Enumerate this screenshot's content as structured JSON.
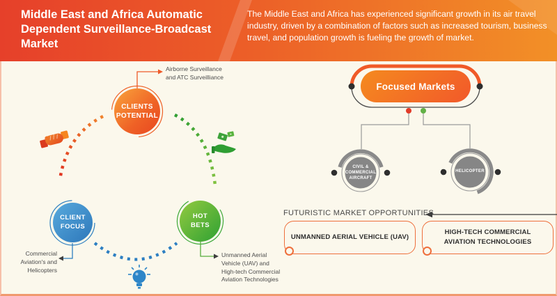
{
  "header": {
    "title": "Middle East and Africa Automatic Dependent Surveillance-Broadcast Market",
    "description": "The Middle East and Africa has experienced significant growth in its air travel industry, driven by a combination of factors such as increased tourism, business travel, and population growth is fueling the growth of market."
  },
  "cycle": {
    "clients_potential": {
      "line1": "CLIENTS",
      "line2": "POTENTIAL",
      "note1": "Airborne Surveillance",
      "note2": "and ATC Surveilliance"
    },
    "client_focus": {
      "line1": "CLIENT",
      "line2": "FOCUS",
      "note1": "Commercial",
      "note2": "Aviation's and",
      "note3": "Helicopters"
    },
    "hot_bets": {
      "line1": "HOT",
      "line2": "BETS",
      "note1": "Unmanned Aerial",
      "note2": "Vehicle (UAV) and",
      "note3": "High-tech Commercial",
      "note4": "Aviation Technologies"
    }
  },
  "focused_markets": {
    "title": "Focused Markets",
    "branch1": {
      "line1": "CIVIL &",
      "line2": "COMMERCIAL",
      "line3": "AIRCRAFT"
    },
    "branch2": {
      "line1": "HELICOPTER"
    }
  },
  "opportunities": {
    "heading": "FUTURISTIC MARKET OPPORTUNITIES",
    "item1": {
      "line1": "UNMANNED AERIAL VEHICLE (UAV)"
    },
    "item2": {
      "line1": "HIGH-TECH COMMERCIAL",
      "line2": "AVIATION TECHNOLOGIES"
    }
  },
  "colors": {
    "header_gradient_left": "#e6402a",
    "header_gradient_right": "#f29027",
    "accent_orange": "#ee5a28",
    "accent_blue": "#2e7fc0",
    "accent_green": "#57b03c",
    "node_gray": "#868686",
    "background_cream": "#fbf8ec"
  }
}
